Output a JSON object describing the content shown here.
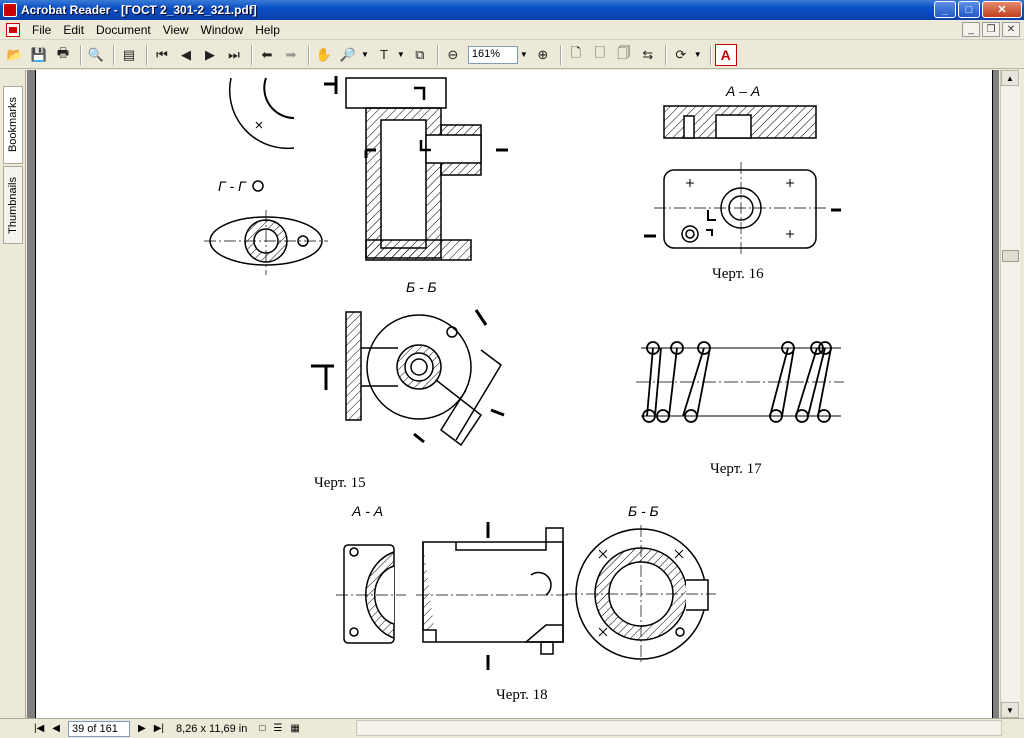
{
  "window": {
    "title": "Acrobat Reader - [ГОСТ 2_301-2_321.pdf]"
  },
  "menu": [
    "File",
    "Edit",
    "Document",
    "View",
    "Window",
    "Help"
  ],
  "toolbar": {
    "zoom_value": "161%"
  },
  "navigation_panel": {
    "tabs": [
      "Bookmarks",
      "Thumbnails"
    ]
  },
  "document": {
    "captions": {
      "fig15": "Черт. 15",
      "fig16": "Черт. 16",
      "fig17": "Черт. 17",
      "fig18": "Черт. 18"
    },
    "section_labels": {
      "gg": "Г - Г",
      "bb": "Б - Б",
      "aa16": "А – А",
      "aa18": "А - А",
      "bb18": "Б - Б"
    }
  },
  "status": {
    "page_field": "39 of 161",
    "page_size": "8,26 x 11,69 in"
  }
}
